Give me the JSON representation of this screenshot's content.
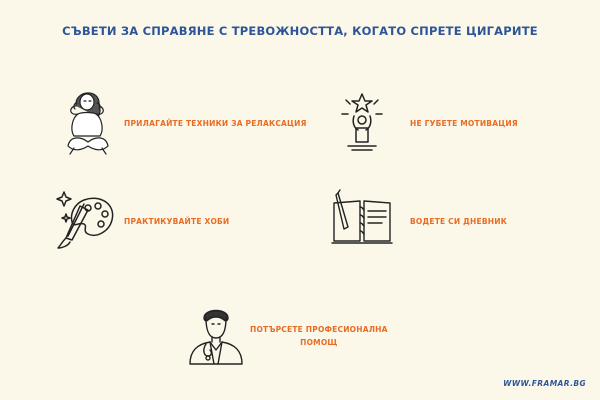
{
  "title": "СЪВЕТИ ЗА СПРАВЯНЕ С ТРЕВОЖНОСТТА, КОГАТО СПРЕТЕ ЦИГАРИТЕ",
  "tips": [
    {
      "label": "ПРИЛАГАЙТЕ ТЕХНИКИ ЗА РЕЛАКСАЦИЯ",
      "icon": "meditating-woman-icon"
    },
    {
      "label": "НЕ ГУБЕТЕ МОТИВАЦИЯ",
      "icon": "celebrating-person-star-icon"
    },
    {
      "label": "ПРАКТИКУВАЙТЕ ХОБИ",
      "icon": "paint-palette-brush-icon"
    },
    {
      "label": "ВОДЕТЕ СИ ДНЕВНИК",
      "icon": "open-journal-pen-icon"
    },
    {
      "label_line1": "ПОТЪРСЕТЕ ПРОФЕСИОНАЛНА",
      "label_line2": "ПОМОЩ",
      "icon": "doctor-icon"
    }
  ],
  "footer": "WWW.FRAMAR.BG",
  "colors": {
    "background": "#fbf8ea",
    "title": "#2e5597",
    "label": "#e86c24",
    "icon": "#222222"
  }
}
